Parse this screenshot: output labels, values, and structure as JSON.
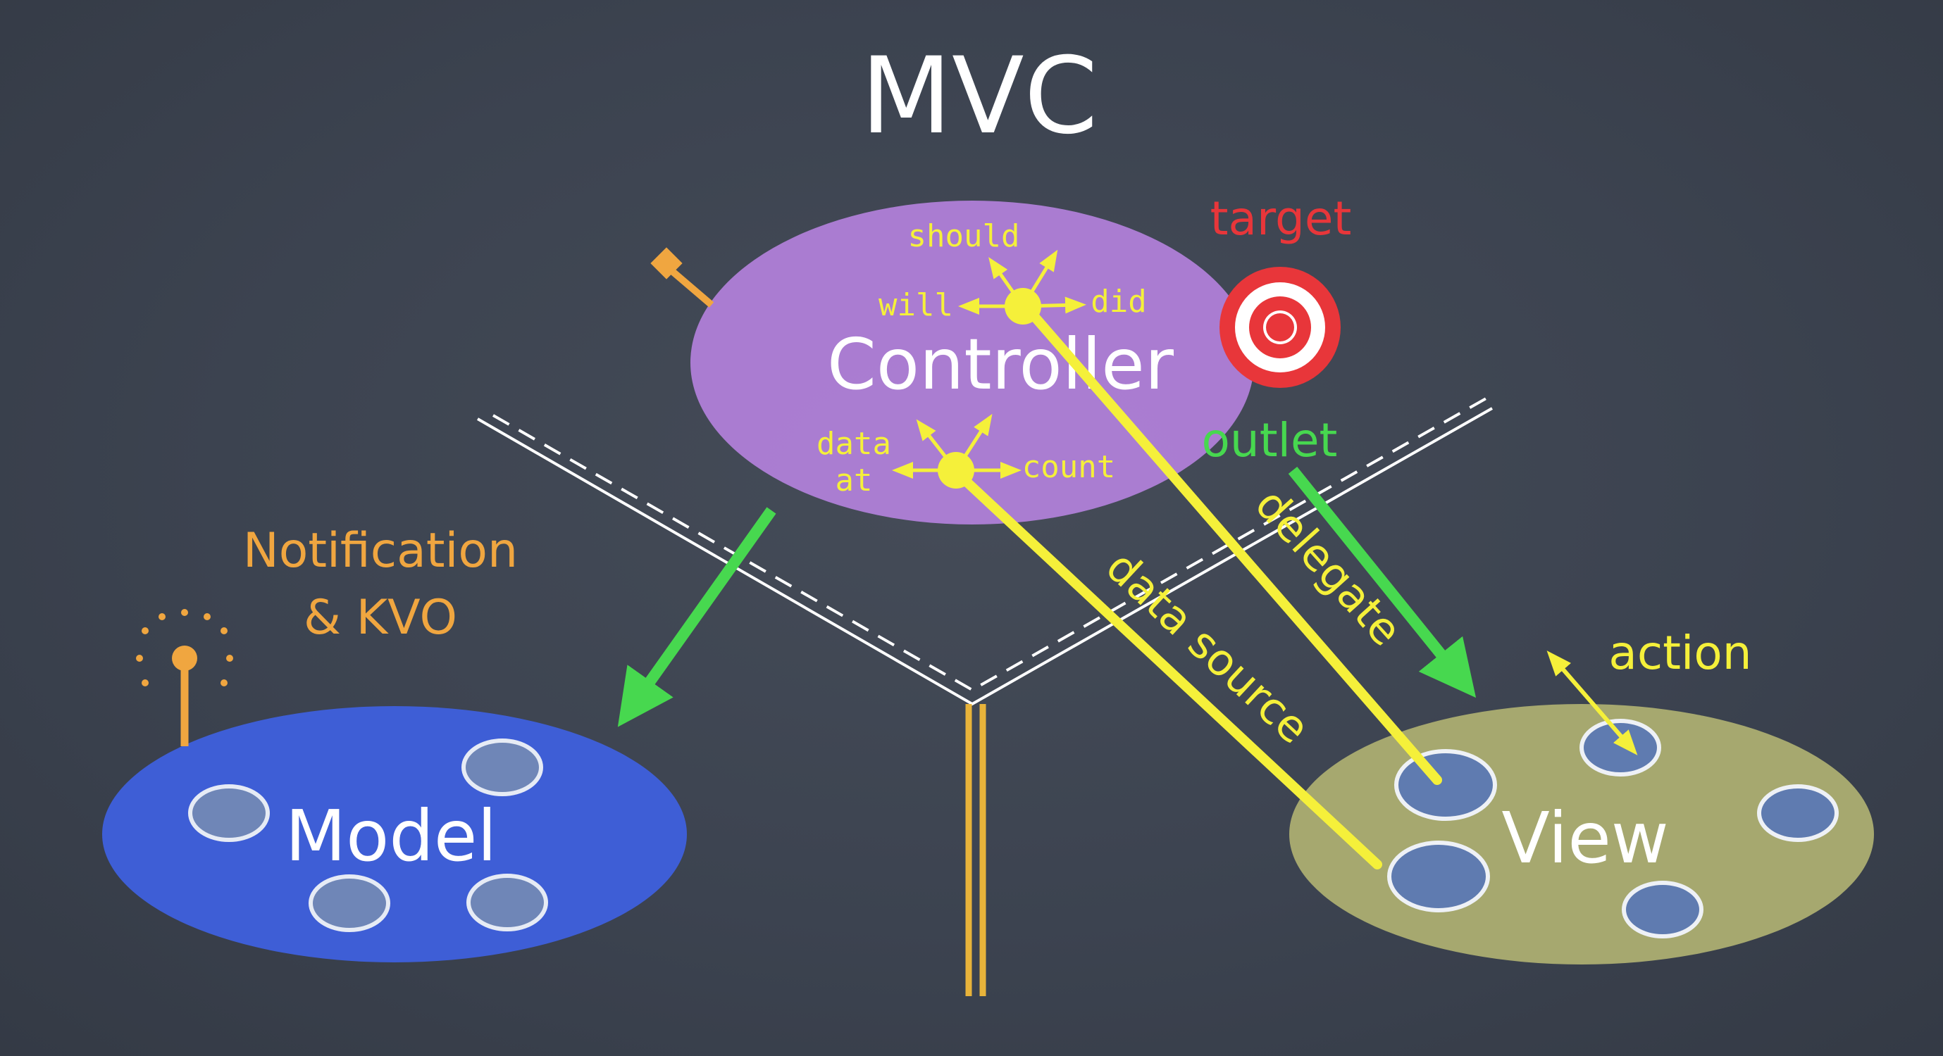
{
  "title": "MVC",
  "controller": {
    "label": "Controller",
    "should": "should",
    "will": "will",
    "did": "did",
    "data_at_line1": "data",
    "data_at_line2": "at",
    "count": "count"
  },
  "model": {
    "label": "Model"
  },
  "view": {
    "label": "View"
  },
  "labels": {
    "target": "target",
    "outlet": "outlet",
    "delegate": "delegate",
    "data_source": "data source",
    "action": "action",
    "notification_line1": "Notification",
    "notification_line2": "& KVO"
  },
  "colors": {
    "background": "#3d4450",
    "controller": "#b07fd8",
    "model": "#3e5ed6",
    "view": "#a6a86f",
    "yellow": "#f5f03a",
    "green": "#47d84f",
    "orange": "#f0a640",
    "red": "#e8363a"
  }
}
